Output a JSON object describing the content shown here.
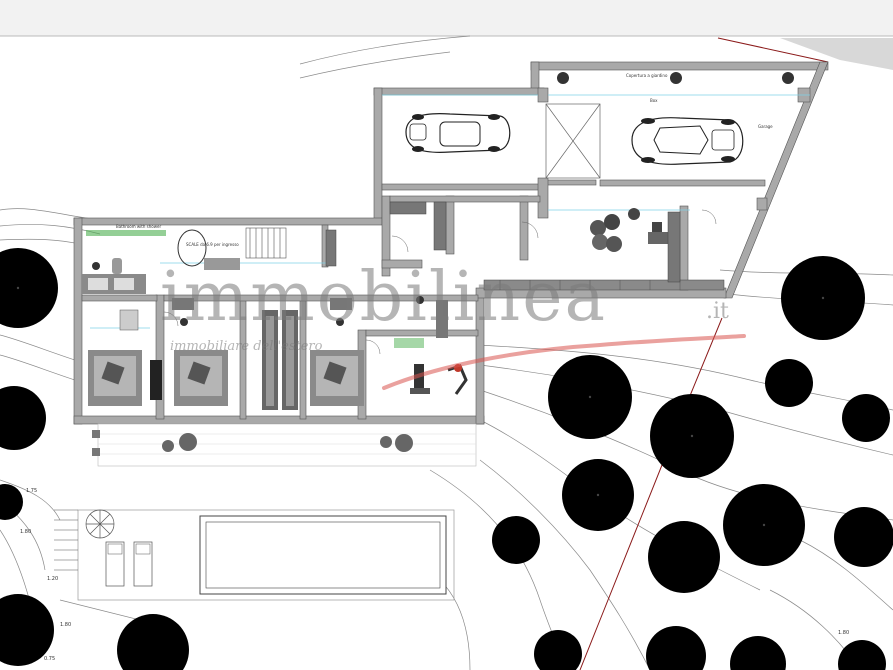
{
  "watermark": {
    "brand": "immobilinea",
    "suffix": ".it",
    "tagline": "immobiliare dell'estero"
  },
  "labels": {
    "garage_top": "Copertura a giardino",
    "garage_left": "Box",
    "garage_right": "Garage",
    "bath_top": "Bathroom with shower",
    "stair_note": "SCALE da 6.9 per ingresso"
  },
  "levels": {
    "l1": "1.75",
    "l2": "1.80",
    "l3": "1.20",
    "l4": "1.80",
    "l5": "0.75",
    "l6": "1.80"
  },
  "colors": {
    "wall": "#a9a9a9",
    "wall_stroke": "#555555",
    "contour": "#8a8a8a",
    "tree": "#000000",
    "property_line": "#8b1a1a",
    "watermark": "#7a7a7a",
    "red_stroke": "#d9534f",
    "cyan_line": "#7fd3e6"
  }
}
